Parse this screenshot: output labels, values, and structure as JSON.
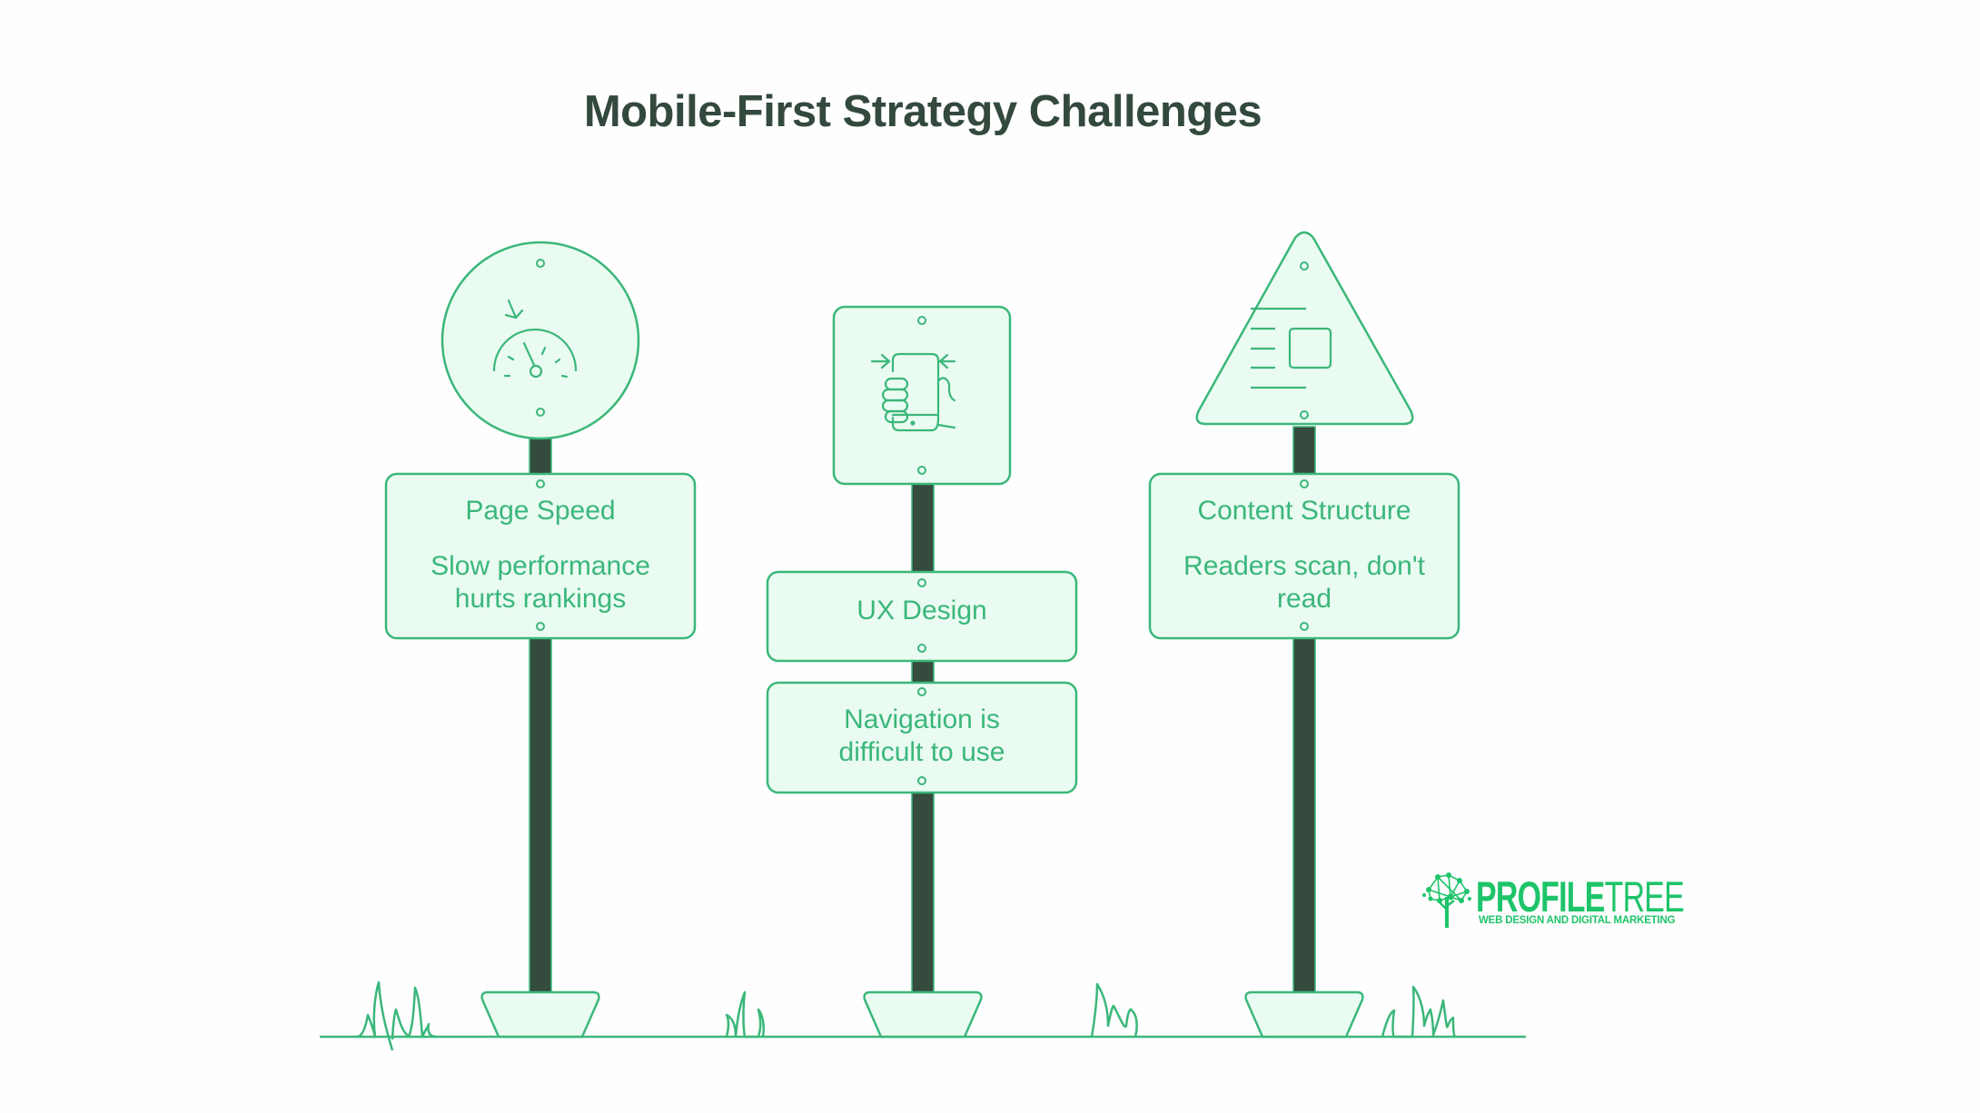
{
  "title": "Mobile-First Strategy Challenges",
  "colors": {
    "title": "#33493d",
    "accent_stroke": "#3bb77a",
    "panel_fill": "#eafbf2",
    "pole": "#344b3e",
    "logo_green": "#1ec46a",
    "background": "#fefefe"
  },
  "signposts": [
    {
      "id": "page-speed",
      "sign_shape": "circle",
      "icon": "speedometer-icon",
      "panels": [
        {
          "heading": "Page Speed",
          "line1": "Slow performance",
          "line2": "hurts rankings"
        }
      ]
    },
    {
      "id": "ux-design",
      "sign_shape": "rounded-square",
      "icon": "hand-holding-phone-icon",
      "panels": [
        {
          "heading": "UX Design"
        },
        {
          "line1": "Navigation is",
          "line2": "difficult to use"
        }
      ]
    },
    {
      "id": "content-structure",
      "sign_shape": "triangle",
      "icon": "document-layout-icon",
      "panels": [
        {
          "heading": "Content Structure",
          "line1": "Readers scan, don't",
          "line2": "read"
        }
      ]
    }
  ],
  "logo": {
    "word_bold": "PROFILE",
    "word_thin": "TREE",
    "tagline": "WEB DESIGN AND DIGITAL MARKETING"
  }
}
